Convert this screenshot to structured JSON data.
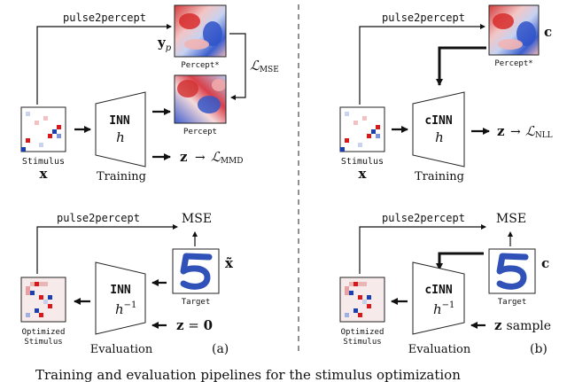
{
  "panel_a": {
    "pulse2percept_top": "pulse2percept",
    "percept_star_label": "Percept*",
    "percept_label": "Percept",
    "yp_main": "y",
    "yp_sub": "p",
    "loss_mse_L": "ℒ",
    "loss_mse_sub": "MSE",
    "stimulus_label": "Stimulus",
    "x_label": "x",
    "inn_label": "INN",
    "h_label": "h",
    "training_label": "Training",
    "z_label": "z",
    "arrow_glyph": "→",
    "loss_mmd_L": "ℒ",
    "loss_mmd_sub": "MMD",
    "pulse2percept_bottom": "pulse2percept",
    "mse_label": "MSE",
    "xtilde_label": "x̃",
    "target_label": "Target",
    "inn_label_bottom": "INN",
    "h_inv_main": "h",
    "h_inv_sup": "−1",
    "opt_stim_line1": "Optimized",
    "opt_stim_line2": "Stimulus",
    "evaluation_label": "Evaluation",
    "z_zero_z": "z",
    "z_zero_eq": " = ",
    "z_zero_0": "0",
    "panel_tag": "(a)"
  },
  "panel_b": {
    "pulse2percept_top": "pulse2percept",
    "c_label": "c",
    "percept_star_label": "Percept*",
    "stimulus_label": "Stimulus",
    "x_label": "x",
    "cinn_label": "cINN",
    "h_label": "h",
    "training_label": "Training",
    "z_label": "z",
    "arrow_glyph": "→",
    "loss_nll_L": "ℒ",
    "loss_nll_sub": "NLL",
    "pulse2percept_bottom": "pulse2percept",
    "mse_label": "MSE",
    "c_label_bottom": "c",
    "target_label": "Target",
    "cinn_label_bottom": "cINN",
    "h_inv_main": "h",
    "h_inv_sup": "−1",
    "opt_stim_line1": "Optimized",
    "opt_stim_line2": "Stimulus",
    "evaluation_label": "Evaluation",
    "z_sample_z": "z",
    "z_sample_word": "sample",
    "panel_tag": "(b)"
  },
  "caption_fragment": "Training and evaluation pipelines for the stimulus optimization",
  "colors": {
    "red": "#d7191c",
    "blue": "#1a3fb0",
    "text": "#111111"
  }
}
